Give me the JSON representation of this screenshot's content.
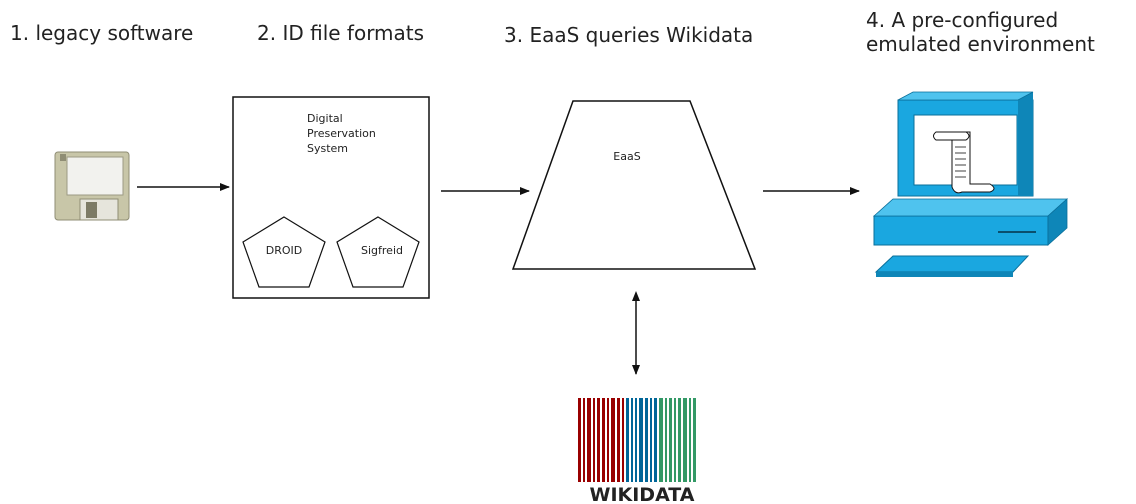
{
  "steps": [
    {
      "label": "1. legacy software"
    },
    {
      "label": "2. ID file formats"
    },
    {
      "label": "3. EaaS queries Wikidata"
    },
    {
      "label_line1": "4. A pre-configured",
      "label_line2": "emulated environment"
    }
  ],
  "dps": {
    "line1": "Digital",
    "line2": "Preservation",
    "line3": "System",
    "tools": [
      "DROID",
      "Sigfreid"
    ]
  },
  "eaas": {
    "label": "EaaS"
  },
  "wikidata": {
    "label": "WIKIDATA",
    "bar_colors": [
      "#990000",
      "#339966",
      "#006699"
    ]
  },
  "icons": [
    "floppy-disk-icon",
    "computer-icon",
    "scroll-document-icon",
    "wikidata-barcode-logo"
  ]
}
